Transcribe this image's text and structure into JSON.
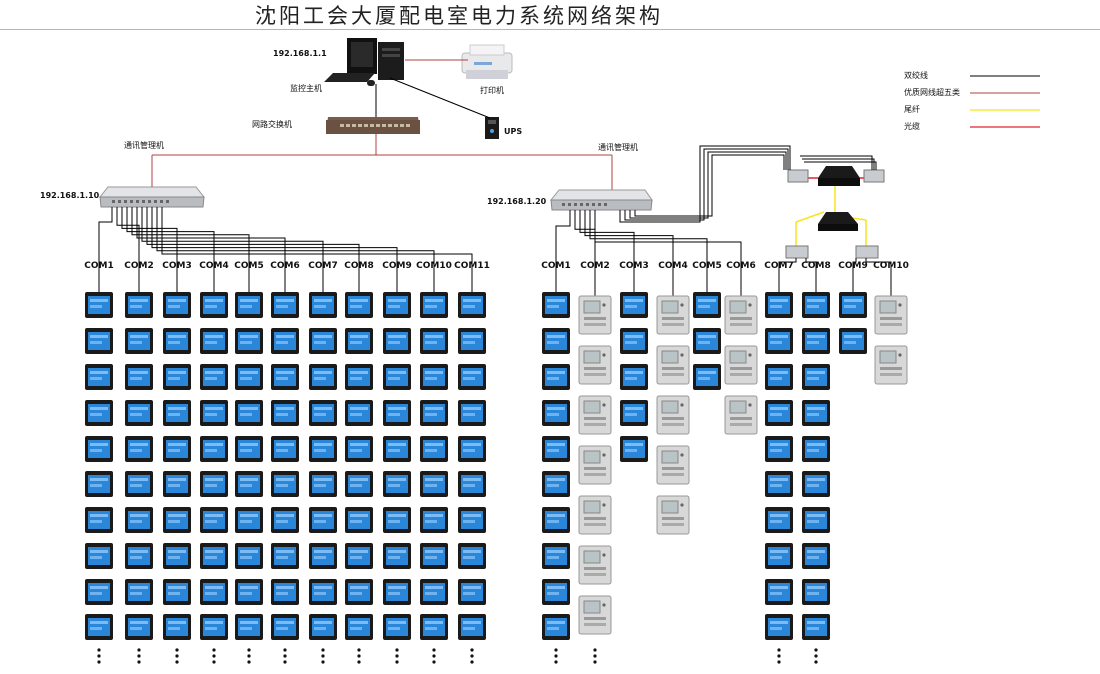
{
  "title": "沈阳工会大厦配电室电力系统网络架构",
  "host": {
    "ip": "192.168.1.1",
    "label": "监控主机"
  },
  "printer": {
    "label": "打印机"
  },
  "switch": {
    "label": "网路交换机"
  },
  "ups": {
    "label": "UPS"
  },
  "manager_left": {
    "label": "通讯管理机",
    "ip": "192.168.1.10"
  },
  "manager_right": {
    "label": "通讯管理机",
    "ip": "192.168.1.20"
  },
  "legend": [
    {
      "label": "双绞线",
      "color": "#000000"
    },
    {
      "label": "优质网线超五类",
      "color": "#b04040"
    },
    {
      "label": "尾纤",
      "color": "#f5e61a"
    },
    {
      "label": "光缆",
      "color": "#e8212c"
    }
  ],
  "colors": {
    "meter_blue": "#2a86d9",
    "relay_gray": "#d8d8d8",
    "device_dark": "#1a1a1a"
  },
  "left_columns": [
    {
      "com": "COM1",
      "meters": 10,
      "more": true
    },
    {
      "com": "COM2",
      "meters": 10,
      "more": true
    },
    {
      "com": "COM3",
      "meters": 10,
      "more": true
    },
    {
      "com": "COM4",
      "meters": 10,
      "more": true
    },
    {
      "com": "COM5",
      "meters": 10,
      "more": true
    },
    {
      "com": "COM6",
      "meters": 10,
      "more": true
    },
    {
      "com": "COM7",
      "meters": 10,
      "more": true
    },
    {
      "com": "COM8",
      "meters": 10,
      "more": true
    },
    {
      "com": "COM9",
      "meters": 10,
      "more": true
    },
    {
      "com": "COM10",
      "meters": 10,
      "more": true
    },
    {
      "com": "COM11",
      "meters": 10,
      "more": true
    }
  ],
  "right_columns": [
    {
      "com": "COM1",
      "device": "meter",
      "count": 10,
      "more": true
    },
    {
      "com": "COM2",
      "device": "relay",
      "count": 7,
      "more": true
    },
    {
      "com": "COM3",
      "device": "meter",
      "count": 5,
      "more": false
    },
    {
      "com": "COM4",
      "device": "relay",
      "count": 5,
      "more": false
    },
    {
      "com": "COM5",
      "device": "meter",
      "count": 3,
      "more": false
    },
    {
      "com": "COM6",
      "device": "relay",
      "count": 3,
      "more": false
    },
    {
      "com": "COM7",
      "device": "meter",
      "count": 10,
      "more": true
    },
    {
      "com": "COM8",
      "device": "meter",
      "count": 10,
      "more": true
    },
    {
      "com": "COM9",
      "device": "meter",
      "count": 2,
      "more": false
    },
    {
      "com": "COM10",
      "device": "relay",
      "count": 2,
      "more": false
    }
  ]
}
